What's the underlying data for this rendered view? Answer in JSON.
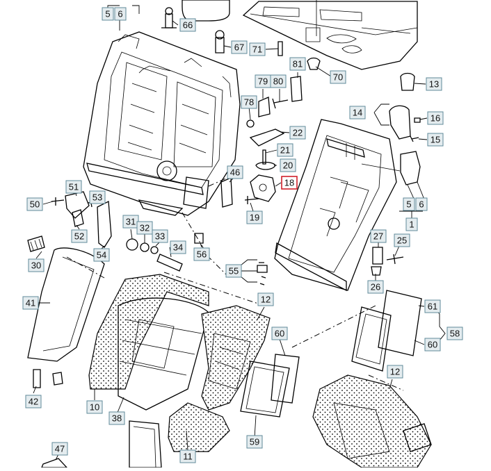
{
  "diagram": {
    "callouts": [
      {
        "label": "5"
      },
      {
        "label": "6"
      },
      {
        "label": "66"
      },
      {
        "label": "67"
      },
      {
        "label": "71"
      },
      {
        "label": "70"
      },
      {
        "label": "81"
      },
      {
        "label": "79"
      },
      {
        "label": "80"
      },
      {
        "label": "13"
      },
      {
        "label": "78"
      },
      {
        "label": "14"
      },
      {
        "label": "16"
      },
      {
        "label": "22"
      },
      {
        "label": "15"
      },
      {
        "label": "21"
      },
      {
        "label": "20"
      },
      {
        "label": "46"
      },
      {
        "label": "18",
        "highlighted": true
      },
      {
        "label": "51"
      },
      {
        "label": "53"
      },
      {
        "label": "50"
      },
      {
        "label": "19"
      },
      {
        "label": "5"
      },
      {
        "label": "6"
      },
      {
        "label": "1"
      },
      {
        "label": "31"
      },
      {
        "label": "32"
      },
      {
        "label": "33"
      },
      {
        "label": "52"
      },
      {
        "label": "27"
      },
      {
        "label": "25"
      },
      {
        "label": "34"
      },
      {
        "label": "54"
      },
      {
        "label": "56"
      },
      {
        "label": "30"
      },
      {
        "label": "55"
      },
      {
        "label": "26"
      },
      {
        "label": "41"
      },
      {
        "label": "12"
      },
      {
        "label": "61"
      },
      {
        "label": "58"
      },
      {
        "label": "60"
      },
      {
        "label": "60"
      },
      {
        "label": "12"
      },
      {
        "label": "42"
      },
      {
        "label": "10"
      },
      {
        "label": "38"
      },
      {
        "label": "59"
      },
      {
        "label": "11"
      },
      {
        "label": "47"
      }
    ]
  },
  "colors": {
    "callout_fill": "#e4ecef",
    "callout_border": "#5f8a98",
    "highlight_border": "#d0202a",
    "line": "#000000"
  }
}
